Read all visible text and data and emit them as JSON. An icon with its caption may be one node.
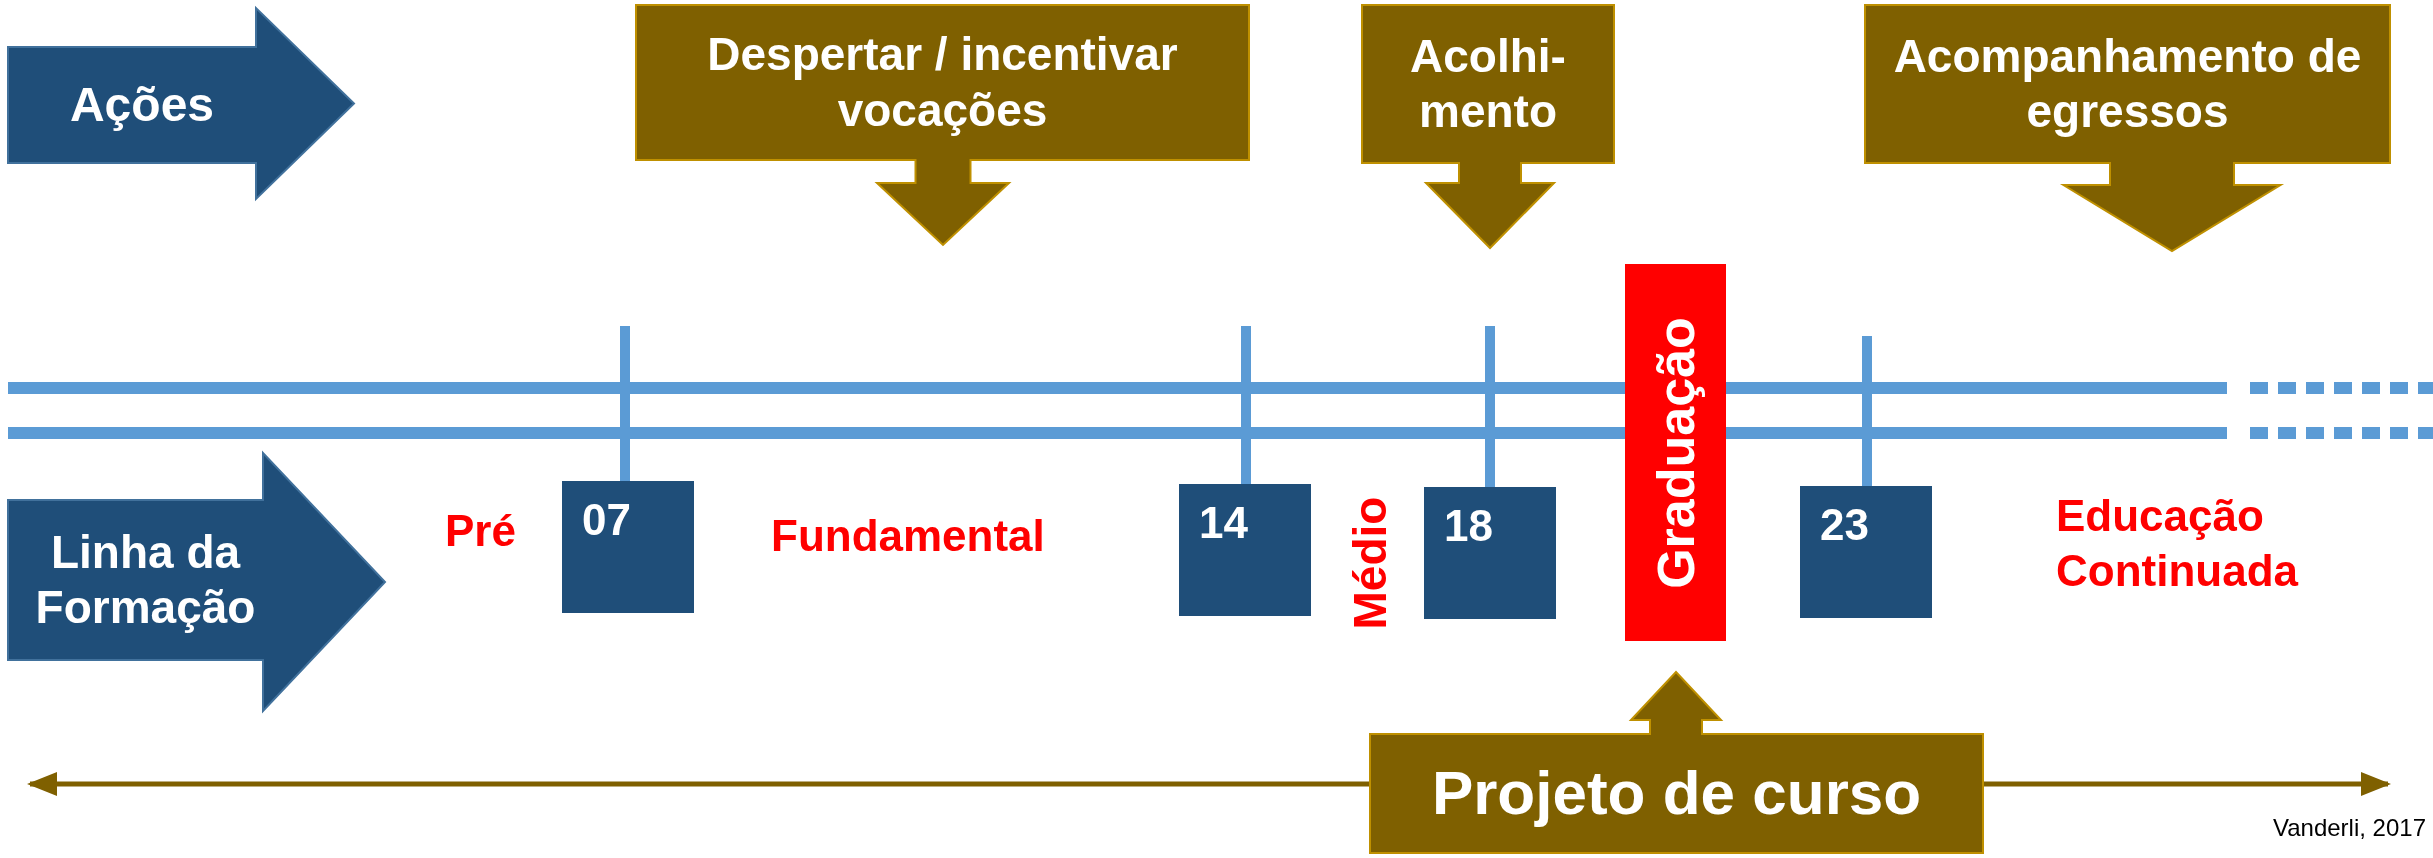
{
  "diagram": {
    "nodes": [
      {
        "text": [
          "Ações"
        ]
      },
      {
        "text": [
          "Despertar / incentivar vocações"
        ]
      },
      {
        "text": [
          "Acolhi- mento"
        ]
      },
      {
        "text": [
          "Acompanhamento de egressos"
        ]
      },
      {
        "text": [
          "Linha da Formação"
        ]
      },
      {
        "text": [
          "07"
        ]
      },
      {
        "text": [
          "14"
        ]
      },
      {
        "text": [
          "18"
        ]
      },
      {
        "text": [
          "Graduação"
        ]
      },
      {
        "text": [
          "23"
        ]
      },
      {
        "text": [
          "Projeto de curso"
        ]
      }
    ],
    "labels": [
      "Pré",
      "Fundamental",
      "Médio",
      "Educação Continuada",
      "Vanderli, 2017"
    ]
  }
}
